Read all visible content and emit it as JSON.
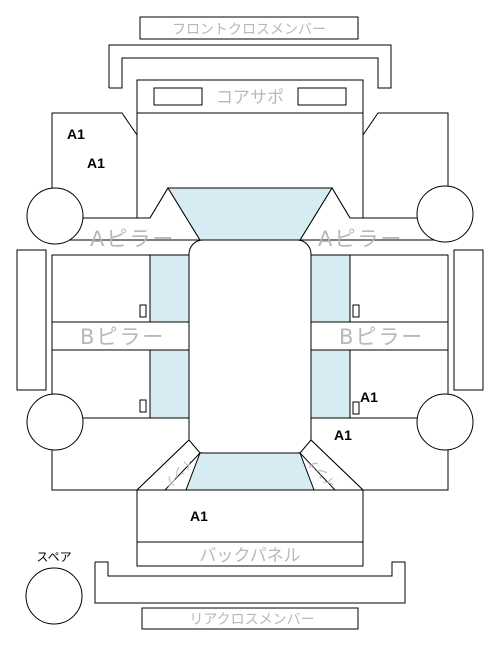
{
  "labels": {
    "front_cross_member": "フロントクロスメンバー",
    "core_support": "コアサポ",
    "a_pillar_left": "Aピラー",
    "a_pillar_right": "Aピラー",
    "b_pillar_left": "Bピラー",
    "b_pillar_right": "Bピラー",
    "back_panel": "バックパネル",
    "rear_cross_member": "リアクロスメンバー",
    "spare": "スペア",
    "inner_left": "インナ",
    "inner_right": "インナ"
  },
  "markers": [
    "A1",
    "A1",
    "A1",
    "A1",
    "A1"
  ],
  "colors": {
    "outline": "#000000",
    "glass": "#d6ebf2",
    "label_gray": "#b8b8b8",
    "band_fill": "#ffffff"
  }
}
